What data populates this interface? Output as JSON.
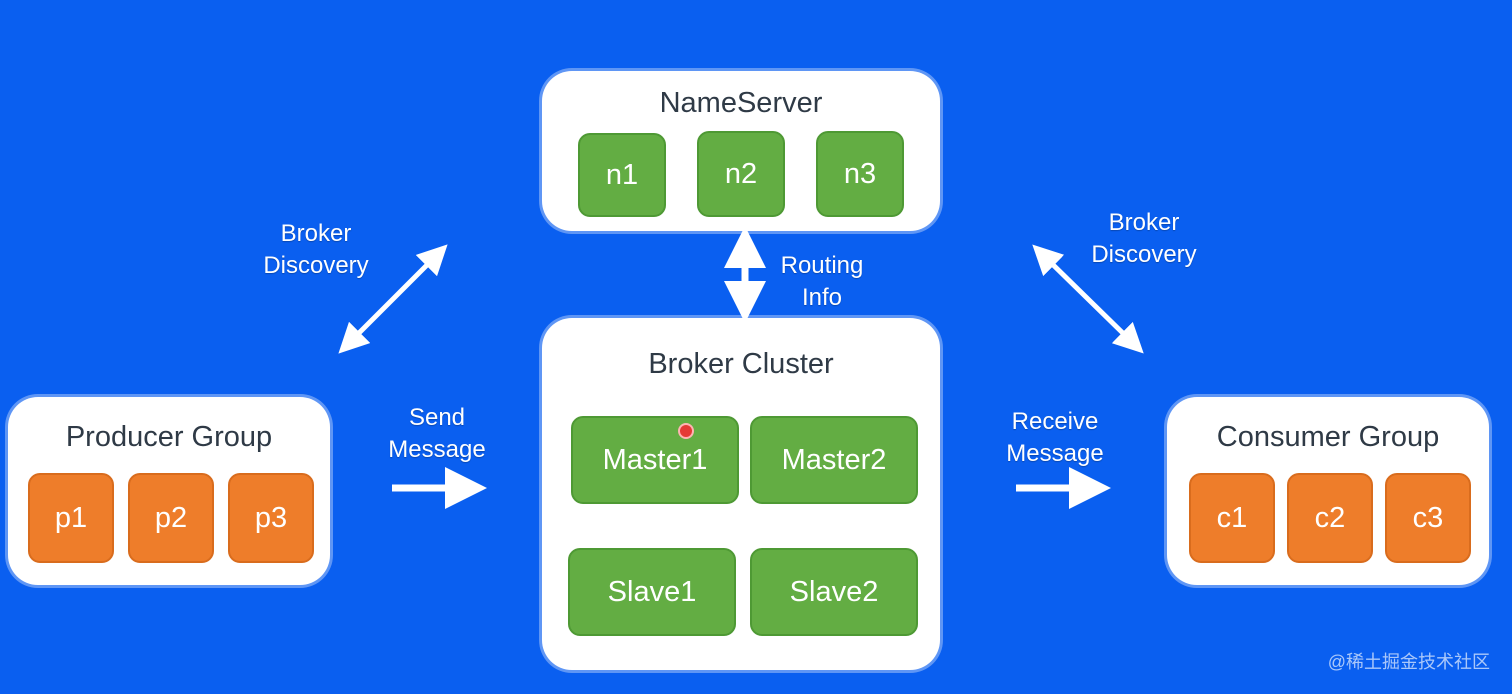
{
  "nameserver": {
    "title": "NameServer",
    "nodes": [
      "n1",
      "n2",
      "n3"
    ]
  },
  "broker": {
    "title": "Broker Cluster",
    "masters": [
      "Master1",
      "Master2"
    ],
    "slaves": [
      "Slave1",
      "Slave2"
    ]
  },
  "producer": {
    "title": "Producer Group",
    "nodes": [
      "p1",
      "p2",
      "p3"
    ]
  },
  "consumer": {
    "title": "Consumer Group",
    "nodes": [
      "c1",
      "c2",
      "c3"
    ]
  },
  "labels": {
    "broker_discovery_left": [
      "Broker",
      "Discovery"
    ],
    "broker_discovery_right": [
      "Broker",
      "Discovery"
    ],
    "routing_info": [
      "Routing",
      "Info"
    ],
    "send_message": [
      "Send",
      "Message"
    ],
    "receive_message": [
      "Receive",
      "Message"
    ]
  },
  "watermark": "@稀土掘金技术社区",
  "colors": {
    "background": "#0a5ff0",
    "green_node": "#63ad43",
    "orange_node": "#ee7d2a",
    "panel": "#ffffff"
  }
}
